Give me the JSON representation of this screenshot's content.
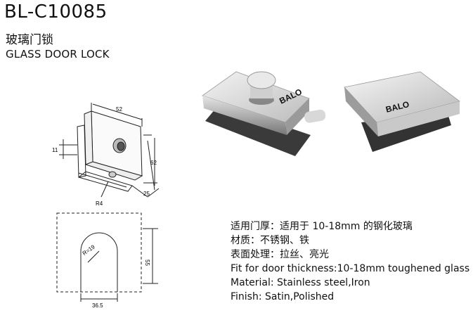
{
  "header": {
    "model": "BL-C10085",
    "name_cn": "玻璃门锁",
    "name_en": "GLASS DOOR LOCK"
  },
  "drawing_top": {
    "dim_width": "52",
    "dim_height": "62",
    "dim_depth": "25",
    "dim_thickness": "11",
    "dim_radius": "R4"
  },
  "drawing_bottom": {
    "dim_radius": "R=19",
    "dim_height": "55",
    "dim_width": "36.5"
  },
  "product": {
    "brand": "BALO"
  },
  "specs": [
    "适用门厚：适用于 10-18mm 的钢化玻璃",
    "材质：不锈钢、铁",
    "表面处理：拉丝、亮光",
    "Fit for door thickness:10-18mm toughened glass",
    "Material: Stainless steel,Iron",
    "Finish: Satin,Polished"
  ]
}
